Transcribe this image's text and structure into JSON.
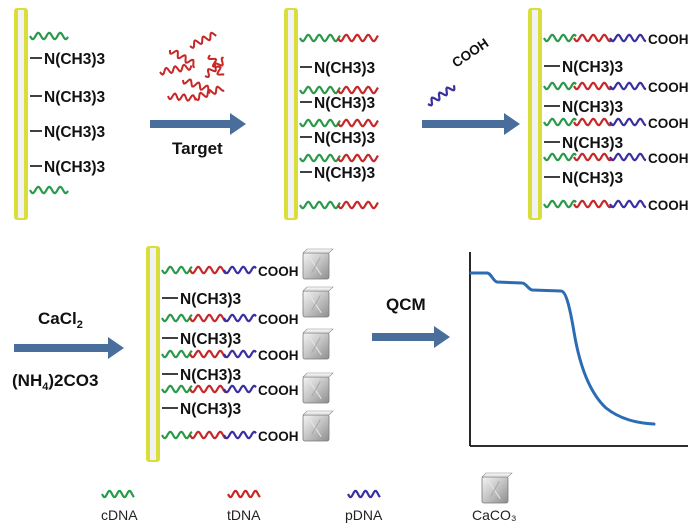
{
  "colors": {
    "cDNA": "#2a9a4a",
    "tDNA": "#c62828",
    "pDNA": "#3a2fa0",
    "arrow": "#4a6e9c",
    "electrode": "#d9de3a",
    "electrode_core": "#f2f2f2",
    "target_label": "#b22222",
    "curve": "#2b6cb3"
  },
  "labels": {
    "amine": "N(CH3)3",
    "carboxyl": "COOH",
    "target": "Target",
    "cacl2_main": "CaCl",
    "cacl2_sub": "2",
    "carbonate_open": "(NH",
    "carbonate_sub": "4",
    "carbonate_close": ")2CO3",
    "qcm": "QCM"
  },
  "legend": [
    {
      "label": "cDNA",
      "color": "#2a9a4a"
    },
    {
      "label": "tDNA",
      "color": "#c62828"
    },
    {
      "label": "pDNA",
      "color": "#3a2fa0"
    },
    {
      "label": "CaCO₃",
      "icon": "calcium-carbonate-crystal"
    }
  ]
}
